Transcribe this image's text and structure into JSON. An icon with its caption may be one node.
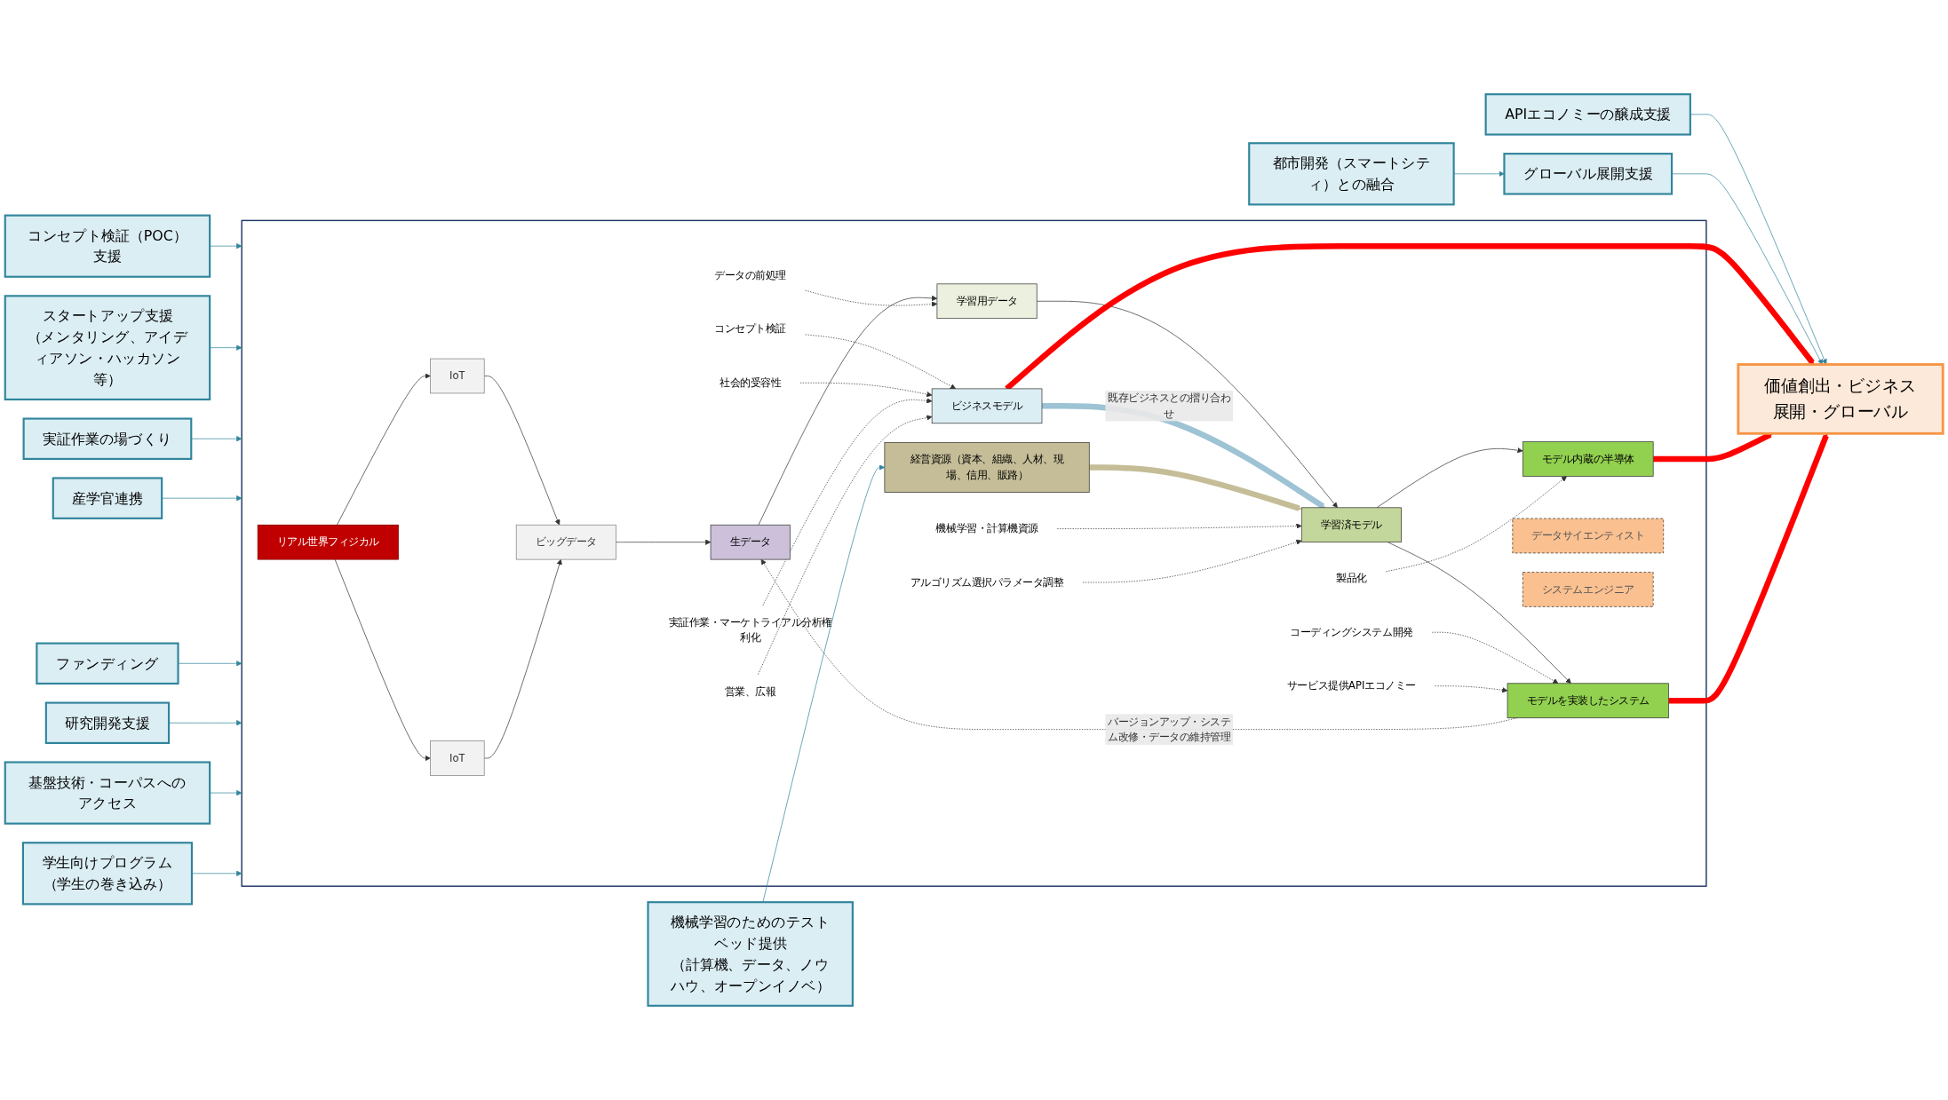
{
  "diagram": {
    "nodes": [
      {
        "text": [
          "コンセプト検証（POC）支援"
        ]
      },
      {
        "text": [
          "実証作業の場づくり"
        ]
      },
      {
        "text": [
          "産学官連携"
        ]
      },
      {
        "text": [
          "スタートアップ支援",
          "（メンタリング、アイディアソン・ハッカソン等）"
        ]
      },
      {
        "text": [
          "APIエコノミーの醸成支援"
        ]
      },
      {
        "text": [
          "ファンディング"
        ]
      },
      {
        "text": [
          "研究開発支援"
        ]
      },
      {
        "text": [
          "基盤技術・コーパスへのアクセス"
        ]
      },
      {
        "text": [
          "学生向けプログラム",
          "（学生の巻き込み）"
        ]
      },
      {
        "text": [],
        "shape": "box"
      },
      {
        "text": [
          "リアル世界フィジカル"
        ],
        "in": 9
      },
      {
        "text": [
          "IoT"
        ],
        "in": 9
      },
      {
        "text": [
          "IoT"
        ],
        "in": 9
      },
      {
        "text": [
          "ビッグデータ"
        ],
        "in": 9
      },
      {
        "text": [
          "生データ"
        ],
        "in": 9
      },
      {
        "text": [
          "学習用データ"
        ],
        "in": 9
      },
      {
        "text": [
          "学習済モデル"
        ],
        "in": 9
      },
      {
        "text": [
          "モデル内蔵の半導体"
        ],
        "in": 9
      },
      {
        "text": [
          "モデルを実装したシステム"
        ],
        "in": 9
      },
      {
        "text": [
          "ビジネスモデル"
        ],
        "in": 9
      },
      {
        "text": [
          "経営資源（資本、組織、人材、現場、信用、販路）"
        ],
        "in": 9
      },
      {
        "text": [
          "データサイエンティスト"
        ],
        "in": 9
      },
      {
        "text": [
          "システムエンジニア"
        ],
        "in": 9
      },
      {
        "text": [
          "コンセプト検証"
        ],
        "in": 9
      },
      {
        "text": [
          "社会的受容性"
        ],
        "in": 9
      },
      {
        "text": [
          "実証作業・マーケトライアル分析権利化"
        ],
        "in": 9
      },
      {
        "text": [
          "営業、広報"
        ],
        "in": 9
      },
      {
        "text": [
          "製品化"
        ],
        "in": 9
      },
      {
        "text": [
          "機械学習・計算機資源"
        ],
        "in": 9
      },
      {
        "text": [
          "データの前処理"
        ],
        "in": 9
      },
      {
        "text": [
          "アルゴリズム選択パラメータ調整"
        ],
        "in": 9
      },
      {
        "text": [
          "コーディングシステム開発"
        ],
        "in": 9
      },
      {
        "text": [
          "サービス提供APIエコノミー"
        ],
        "in": 9
      },
      {
        "text": [
          "機械学習のためのテストベッド提供",
          "（計算機、データ、ノウハウ、オープンイノベ）"
        ]
      },
      {
        "text": [
          "都市開発（スマートシティ）との融合"
        ]
      },
      {
        "text": [
          "グローバル展開支援"
        ]
      },
      {
        "text": [
          "価値創出・ビジネス展開・グローバル"
        ]
      }
    ],
    "edges": [
      {
        "from": 0,
        "to": 9,
        "arrow": "to",
        "color": "#31859c"
      },
      {
        "from": 3,
        "to": 9,
        "arrow": "to",
        "color": "#31859c"
      },
      {
        "from": 1,
        "to": 9,
        "arrow": "to",
        "color": "#31859c"
      },
      {
        "from": 2,
        "to": 9,
        "arrow": "to",
        "color": "#31859c"
      },
      {
        "from": 5,
        "to": 9,
        "arrow": "to",
        "color": "#31859c"
      },
      {
        "from": 6,
        "to": 9,
        "arrow": "to",
        "color": "#31859c"
      },
      {
        "from": 7,
        "to": 9,
        "arrow": "to",
        "color": "#31859c"
      },
      {
        "from": 8,
        "to": 9,
        "arrow": "to",
        "color": "#31859c"
      },
      {
        "from": 33,
        "to": 20,
        "arrow": "to",
        "color": "#31859c"
      },
      {
        "from": 4,
        "to": 36,
        "arrow": "to",
        "color": "#31859c"
      },
      {
        "from": 34,
        "to": 35,
        "arrow": "to",
        "color": "#31859c"
      },
      {
        "from": 35,
        "to": 36,
        "arrow": "to",
        "color": "#31859c"
      },
      {
        "from": 10,
        "to": 11,
        "arrow": "to"
      },
      {
        "from": 10,
        "to": 12,
        "arrow": "to"
      },
      {
        "from": 11,
        "to": 13,
        "arrow": "to"
      },
      {
        "from": 12,
        "to": 13,
        "arrow": "to"
      },
      {
        "from": 13,
        "to": 14,
        "arrow": "to"
      },
      {
        "from": 14,
        "to": 15,
        "arrow": "to"
      },
      {
        "from": 15,
        "to": 16,
        "arrow": "to"
      },
      {
        "from": 16,
        "to": 17,
        "arrow": "to"
      },
      {
        "from": 16,
        "to": 18,
        "arrow": "to"
      },
      {
        "from": 19,
        "to": 16,
        "arrow": "to",
        "label": "既存ビジネスとの摺り合わせ",
        "style": "thick",
        "color": "#9dc3d4"
      },
      {
        "from": 20,
        "to": 16,
        "arrow": "to",
        "style": "thick",
        "color": "#c4bd97"
      },
      {
        "from": 23,
        "to": 19,
        "arrow": "to",
        "style": "dashed"
      },
      {
        "from": 24,
        "to": 19,
        "arrow": "to",
        "style": "dashed"
      },
      {
        "from": 25,
        "to": 19,
        "arrow": "to",
        "style": "dashed"
      },
      {
        "from": 26,
        "to": 19,
        "arrow": "to",
        "style": "dashed"
      },
      {
        "from": 27,
        "to": 17,
        "arrow": "to",
        "style": "dashed"
      },
      {
        "from": 28,
        "to": 16,
        "arrow": "to",
        "style": "dashed"
      },
      {
        "from": 29,
        "to": 15,
        "arrow": "to",
        "style": "dashed"
      },
      {
        "from": 30,
        "to": 16,
        "arrow": "to",
        "style": "dashed"
      },
      {
        "from": 31,
        "to": 18,
        "arrow": "to",
        "style": "dashed"
      },
      {
        "from": 32,
        "to": 18,
        "arrow": "to",
        "style": "dashed"
      },
      {
        "from": 18,
        "to": 14,
        "arrow": "to",
        "label": "バージョンアップ・システム改修・データの維持管理",
        "style": "dashed"
      },
      {
        "from": 19,
        "to": 36,
        "arrow": "to",
        "style": "thick",
        "color": "#ff0000"
      },
      {
        "from": 17,
        "to": 36,
        "arrow": "to",
        "style": "thick",
        "color": "#ff0000"
      },
      {
        "from": 18,
        "to": 36,
        "arrow": "to",
        "style": "thick",
        "color": "#ff0000"
      }
    ]
  }
}
